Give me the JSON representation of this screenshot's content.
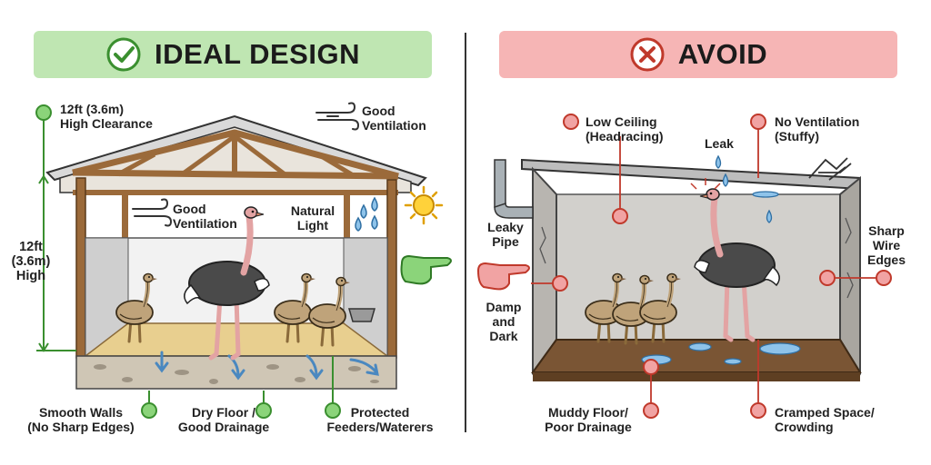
{
  "colors": {
    "good_header_bg": "#bfe6b2",
    "bad_header_bg": "#f6b5b5",
    "good_marker": "#8bd47a",
    "bad_marker": "#f1a3a3",
    "marker_outline": "#c0392b",
    "good_outline": "#3a8f2f"
  },
  "ideal": {
    "title": "IDEAL DESIGN",
    "icon": "check-circle-icon",
    "labels": {
      "clearance_line1": "12ft (3.6m)",
      "clearance_line2": "High Clearance",
      "ventilation_top_line1": "Good",
      "ventilation_top_line2": "Ventilation",
      "ventilation_inner_line1": "Good",
      "ventilation_inner_line2": "Ventilation",
      "natural_light_line1": "Natural",
      "natural_light_line2": "Light",
      "height_line1": "12ft",
      "height_line2": "(3.6m)",
      "height_line3": "High",
      "walls_line1": "Smooth Walls",
      "walls_line2": "(No Sharp Edges)",
      "floor_line1": "Dry Floor /",
      "floor_line2": "Good Drainage",
      "feeders_line1": "Protected",
      "feeders_line2": "Feeders/Waterers"
    }
  },
  "avoid": {
    "title": "AVOID",
    "icon": "x-circle-icon",
    "labels": {
      "ceiling_line1": "Low Ceiling",
      "ceiling_line2": "(Headracing)",
      "leak": "Leak",
      "noventilation_line1": "No Ventilation",
      "noventilation_line2": "(Stuffy)",
      "pipe_line1": "Leaky",
      "pipe_line2": "Pipe",
      "wire_line1": "Sharp",
      "wire_line2": "Wire",
      "wire_line3": "Edges",
      "damp_line1": "Damp",
      "damp_line2": "and",
      "damp_line3": "Dark",
      "muddy_line1": "Muddy Floor/",
      "muddy_line2": "Poor Drainage",
      "cramped_line1": "Cramped Space/",
      "cramped_line2": "Crowding"
    }
  }
}
